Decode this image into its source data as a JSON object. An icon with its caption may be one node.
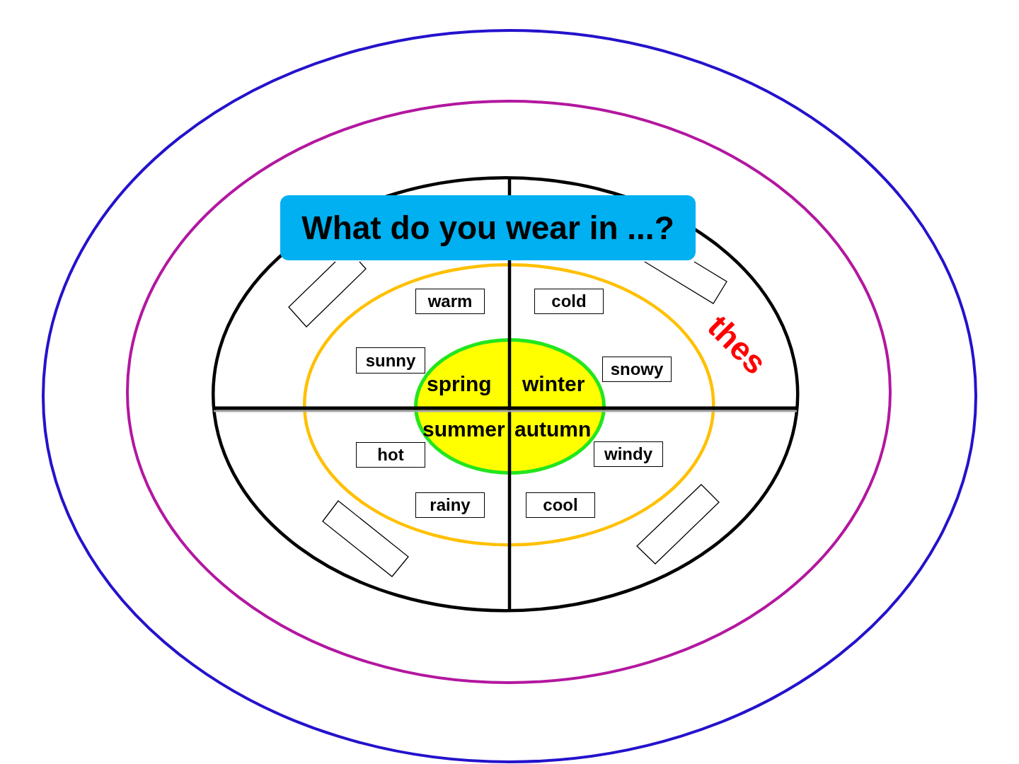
{
  "diagram": {
    "title": "What do you wear in ...?",
    "nodes": [
      {
        "text": [],
        "shape": "ellipse"
      },
      {
        "text": [],
        "shape": "ellipse",
        "in": 0
      },
      {
        "text": [],
        "shape": "ellipse",
        "in": 1
      },
      {
        "text": [],
        "shape": "ellipse",
        "in": 2
      },
      {
        "text": [
          "spring",
          "winter",
          "summer",
          "autumn"
        ],
        "in": 3
      },
      {
        "text": [],
        "shape": "box",
        "in": 2
      },
      {
        "text": [],
        "shape": "box",
        "in": 2
      },
      {
        "text": [
          "warm"
        ],
        "in": 3
      },
      {
        "text": [
          "cold"
        ],
        "in": 3
      },
      {
        "text": [
          "sunny"
        ],
        "in": 3
      },
      {
        "text": [
          "snowy"
        ],
        "in": 3
      },
      {
        "text": [
          "hot"
        ],
        "in": 3
      },
      {
        "text": [
          "windy"
        ],
        "in": 3
      },
      {
        "text": [
          "rainy"
        ],
        "in": 3
      },
      {
        "text": [
          "cool"
        ],
        "in": 3
      },
      {
        "text": [],
        "shape": "box",
        "in": 2
      },
      {
        "text": [],
        "shape": "box",
        "in": 2
      }
    ],
    "labels": [
      "thes"
    ]
  }
}
